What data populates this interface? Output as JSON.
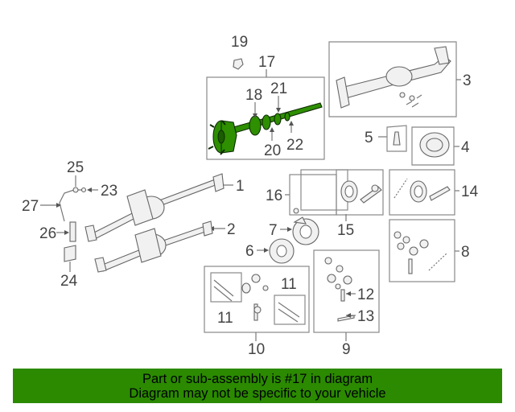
{
  "diagram": {
    "callouts": [
      "19",
      "17",
      "18",
      "21",
      "20",
      "22",
      "3",
      "5",
      "4",
      "16",
      "14",
      "15",
      "1",
      "2",
      "7",
      "6",
      "8",
      "25",
      "23",
      "27",
      "26",
      "24",
      "11",
      "12",
      "13",
      "10",
      "9"
    ]
  },
  "banner": {
    "line1": "Part or sub-assembly is #17 in diagram",
    "line2": "Diagram may not be specific to your vehicle"
  },
  "colors": {
    "highlight": "#2e8f00",
    "banner": "#2b8a00"
  }
}
